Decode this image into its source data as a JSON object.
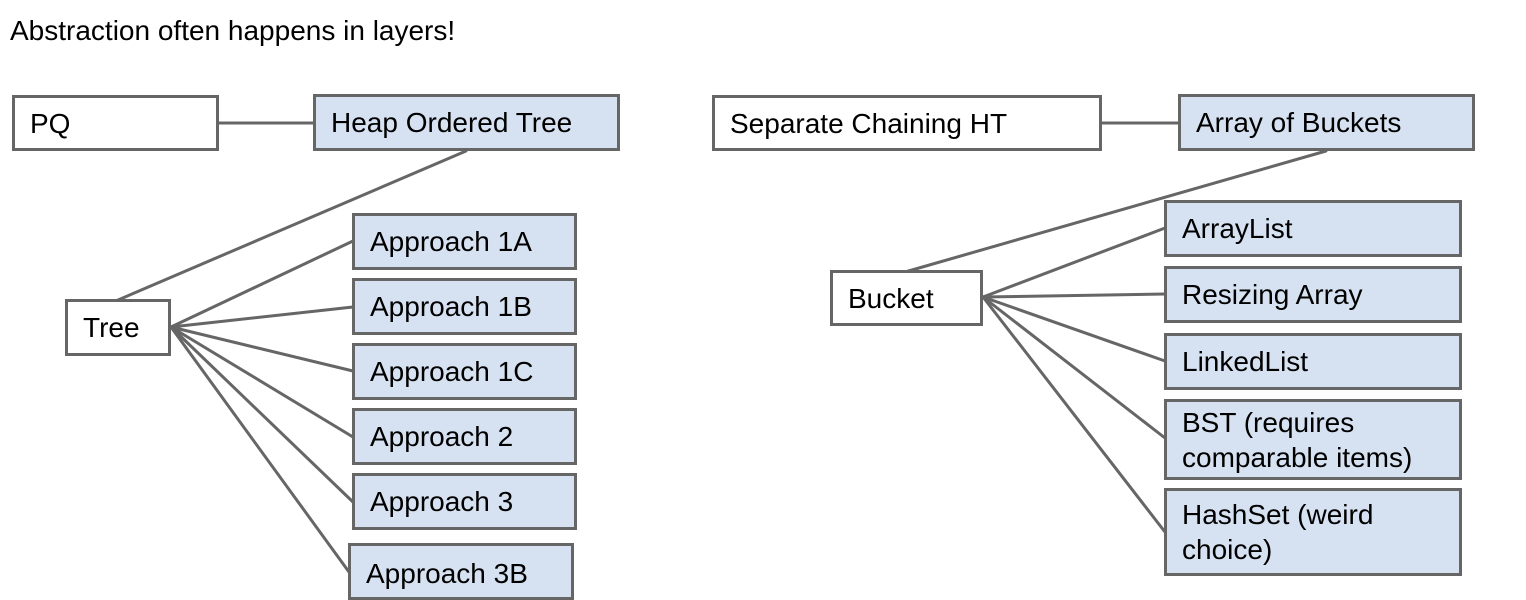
{
  "title": "Abstraction often happens in layers!",
  "colors": {
    "box_fill": "#ffffff",
    "implementation_fill": "#d6e2f1",
    "border": "#666666",
    "line": "#666666"
  },
  "nodes": {
    "pq": "PQ",
    "heap_ordered_tree": "Heap Ordered Tree",
    "tree": "Tree",
    "approach_1a": "Approach 1A",
    "approach_1b": "Approach 1B",
    "approach_1c": "Approach 1C",
    "approach_2": "Approach 2",
    "approach_3": "Approach 3",
    "approach_3b": "Approach 3B",
    "separate_chaining_ht": "Separate Chaining HT",
    "array_of_buckets": "Array of Buckets",
    "bucket": "Bucket",
    "arraylist": "ArrayList",
    "resizing_array": "Resizing Array",
    "linkedlist": "LinkedList",
    "bst": "BST (requires comparable items)",
    "hashset": "HashSet (weird choice)"
  }
}
